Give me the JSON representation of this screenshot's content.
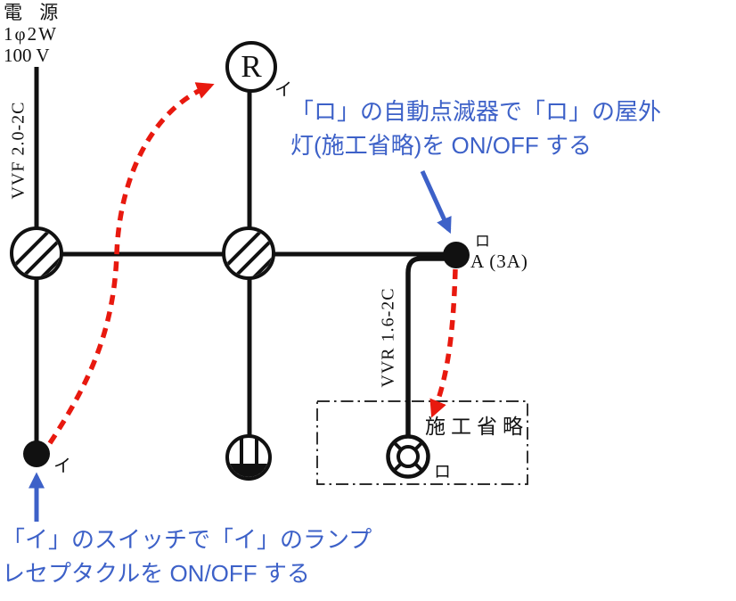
{
  "colors": {
    "blue": "#3d61c8",
    "red": "#e8190f",
    "ink": "#111111"
  },
  "power_source": {
    "name": "電 源",
    "phase": "1φ2W",
    "voltage": "100 V"
  },
  "cables": {
    "feeder": "VVF 2.0-2C",
    "outdoor": "VVR 1.6-2C"
  },
  "devices": {
    "lamp_receptacle": {
      "symbol": "R",
      "circuit": "イ"
    },
    "switch": {
      "circuit": "イ"
    },
    "auto_flasher": {
      "circuit": "ロ",
      "rating": "A (3A)"
    },
    "outdoor_light": {
      "circuit": "ロ"
    },
    "omitted_area": {
      "label": "施工省略"
    }
  },
  "annotations": {
    "flasher_note": {
      "line1": "「ロ」の自動点滅器で「ロ」の屋外",
      "line2": "灯(施工省略)を ON/OFF する"
    },
    "switch_note": {
      "line1": "「イ」のスイッチで「イ」のランプ",
      "line2": "レセプタクルを ON/OFF する"
    }
  }
}
